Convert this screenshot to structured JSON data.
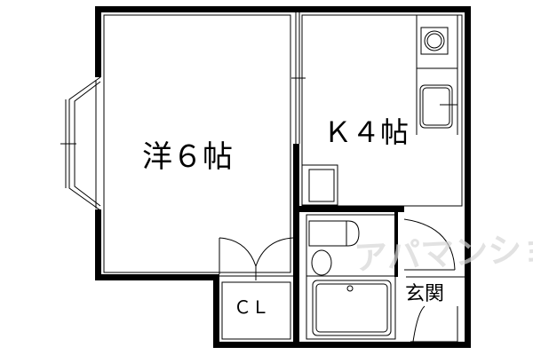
{
  "rooms": {
    "western_room": "洋６帖",
    "kitchen": "Ｋ４帖",
    "closet": "ＣＬ",
    "entrance": "玄関"
  },
  "watermark": "アパマンショップ",
  "colors": {
    "wall": "#000000",
    "line": "#000000",
    "watermark": "#d6d6d6"
  }
}
